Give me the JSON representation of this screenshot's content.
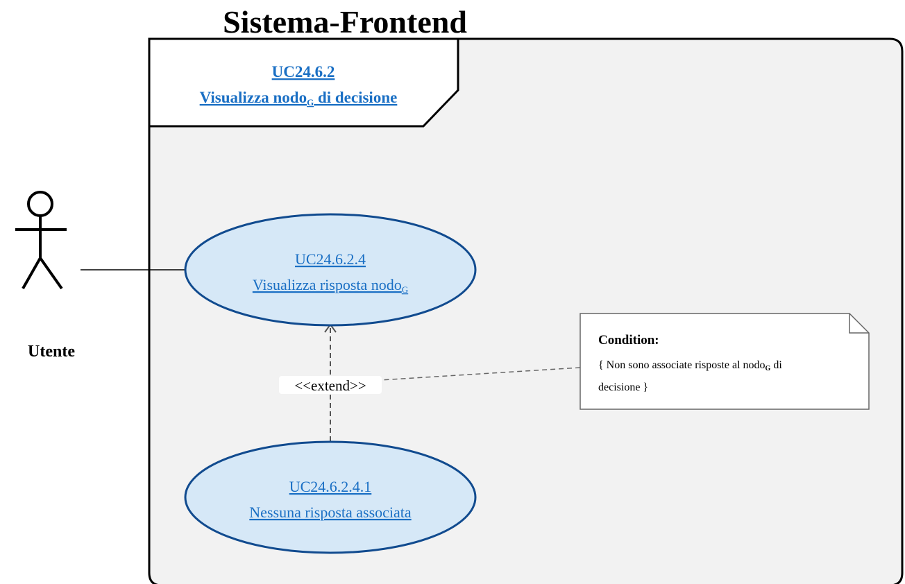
{
  "system": {
    "title": "Sistema-Frontend"
  },
  "frame": {
    "code": "UC24.6.2",
    "title_main": "Visualizza nodo",
    "title_sub": "G",
    "title_rest": " di decisione"
  },
  "actor": {
    "name": "Utente"
  },
  "use_cases": [
    {
      "code": "UC24.6.2.4",
      "label_main": "Visualizza risposta nodo",
      "label_sub": "G"
    },
    {
      "code": "UC24.6.2.4.1",
      "label_main": "Nessuna risposta associata",
      "label_sub": ""
    }
  ],
  "relation": {
    "stereotype": "<<extend>>"
  },
  "note": {
    "heading": "Condition:",
    "line1_a": "{ Non sono associate risposte al nodo",
    "line1_sub": "G",
    "line1_b": " di",
    "line2": "decisione }"
  },
  "colors": {
    "ellipse_fill": "#d6e8f7",
    "ellipse_stroke": "#114b8f",
    "link": "#1a6fc4",
    "frame_fill": "#f2f2f2"
  }
}
